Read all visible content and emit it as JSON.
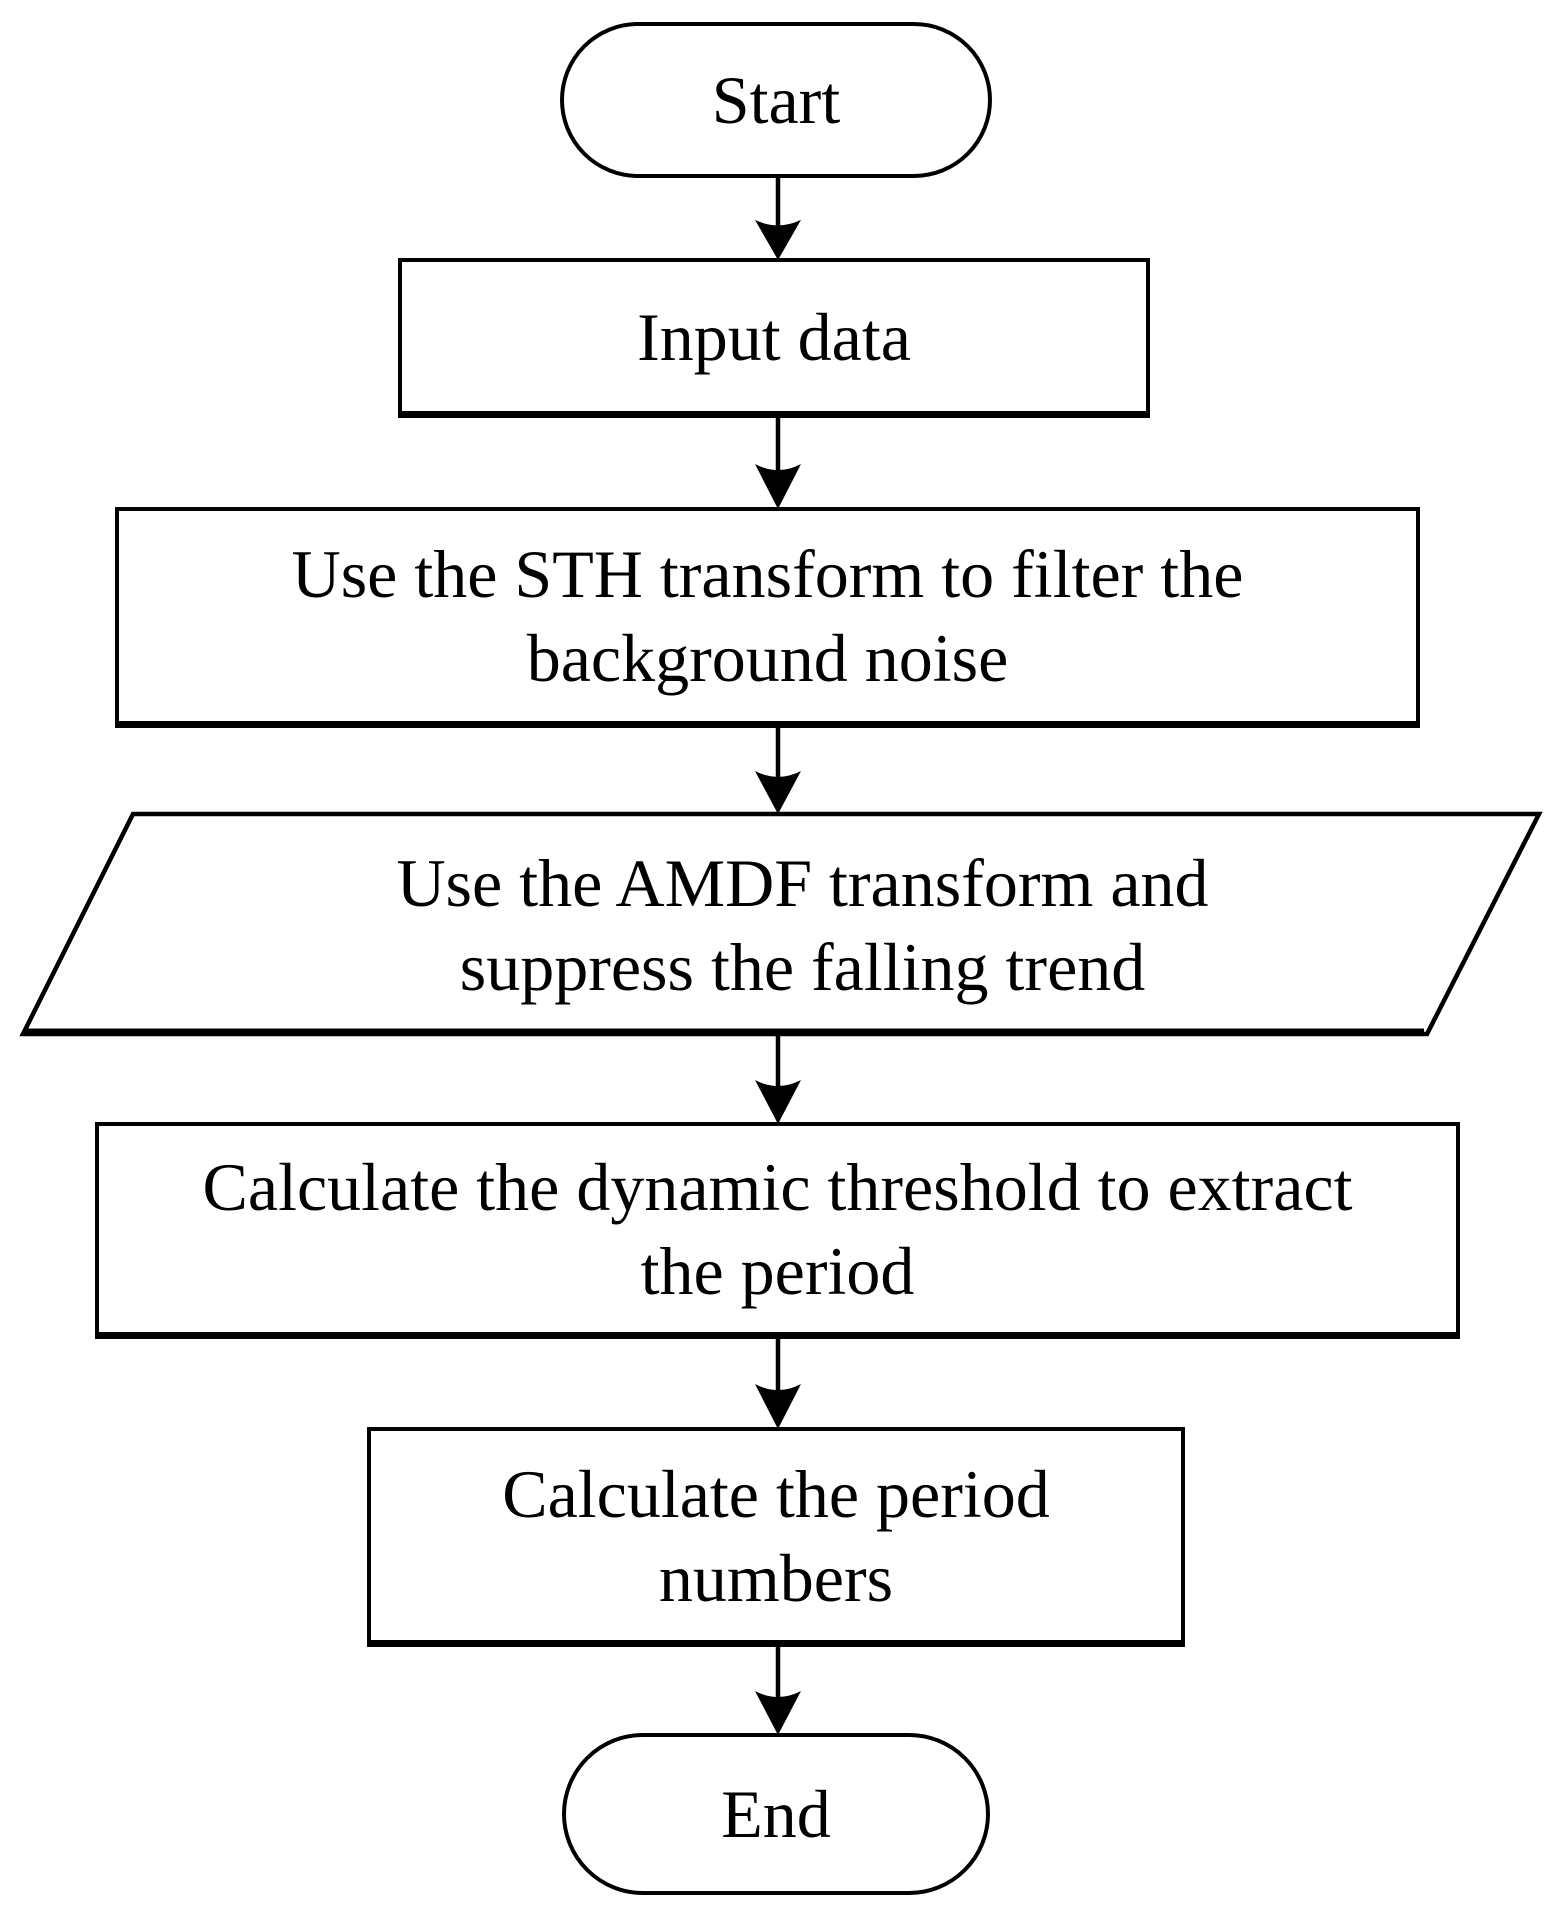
{
  "flowchart": {
    "background_color": "#ffffff",
    "stroke_color": "#000000",
    "text_color": "#000000",
    "direction": "top-down",
    "nodes": [
      {
        "id": "start",
        "shape": "stadium",
        "role": "terminator",
        "label": "Start",
        "lines": [
          "Start"
        ]
      },
      {
        "id": "input-data",
        "shape": "rectangle",
        "role": "process",
        "label": "Input data",
        "lines": [
          "Input data"
        ]
      },
      {
        "id": "sth-filter",
        "shape": "rectangle",
        "role": "process",
        "label": "Use the STH transform to filter the background noise",
        "lines": [
          "Use the STH transform to filter the",
          "background noise"
        ]
      },
      {
        "id": "amdf",
        "shape": "parallelogram",
        "role": "input-output",
        "label": "Use the AMDF transform and suppress the falling trend",
        "lines": [
          "Use the AMDF transform and",
          "suppress the falling trend"
        ]
      },
      {
        "id": "dynamic-threshold",
        "shape": "rectangle",
        "role": "process",
        "label": "Calculate the dynamic threshold to extract the period",
        "lines": [
          "Calculate the dynamic threshold to extract",
          "the period"
        ]
      },
      {
        "id": "period-numbers",
        "shape": "rectangle",
        "role": "process",
        "label": "Calculate the period numbers",
        "lines": [
          "Calculate the period",
          "numbers"
        ]
      },
      {
        "id": "end",
        "shape": "stadium",
        "role": "terminator",
        "label": "End",
        "lines": [
          "End"
        ]
      }
    ],
    "edges": [
      {
        "from": "start",
        "to": "input-data"
      },
      {
        "from": "input-data",
        "to": "sth-filter"
      },
      {
        "from": "sth-filter",
        "to": "amdf"
      },
      {
        "from": "amdf",
        "to": "dynamic-threshold"
      },
      {
        "from": "dynamic-threshold",
        "to": "period-numbers"
      },
      {
        "from": "period-numbers",
        "to": "end"
      }
    ]
  }
}
